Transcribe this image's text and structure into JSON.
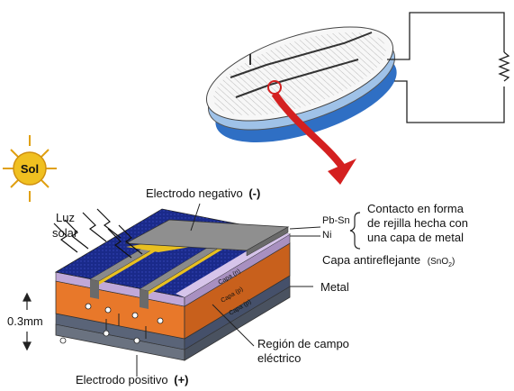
{
  "sun": {
    "label": "Sol"
  },
  "labels": {
    "electrodo_negativo": "Electrodo negativo",
    "electrodo_negativo_sign": "(-)",
    "luz": "Luz",
    "solar": "solar",
    "pb_sn": "Pb-Sn",
    "ni": "Ni",
    "contacto_1": "Contacto en forma",
    "contacto_2": "de rejilla hecha con",
    "contacto_3": "una capa de  metal",
    "capa_antirreflejante": "Capa antireflejante",
    "sno2": "(SnO",
    "sno2_sub": "2",
    "sno2_close": ")",
    "metal": "Metal",
    "thickness": "0.3mm",
    "region_1": "Región de campo",
    "region_2": "eléctrico",
    "electrodo_positivo": "Electrodo positivo",
    "electrodo_positivo_sign": "(+)",
    "capa_n": "Capa (n)",
    "capa_p": "Capa (p)",
    "capa_p2": "Capa (p)"
  },
  "colors": {
    "orange_layer": "#e8782a",
    "blue_layer": "#1a2a8a",
    "grey_layer": "#6a7280",
    "contact_grey": "#8a8a8a",
    "gold_strip": "#e8c020",
    "arrow_red": "#d42020",
    "disk_blue": "#3a7fd0",
    "sun_yellow": "#f0c020"
  }
}
